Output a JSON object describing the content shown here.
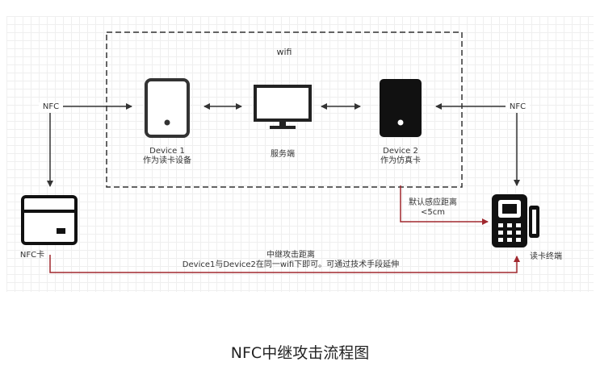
{
  "diagram": {
    "wifi_label": "wifi",
    "device1": {
      "line1": "Device 1",
      "line2": "作为读卡设备"
    },
    "server": {
      "label": "服务端"
    },
    "device2": {
      "line1": "Device 2",
      "line2": "作为仿真卡"
    },
    "nfc_left": "NFC",
    "nfc_right": "NFC",
    "nfc_card": "NFC卡",
    "default_sense": {
      "line1": "默认感应距离",
      "line2": "<5cm"
    },
    "relay": {
      "line1": "中继攻击距离",
      "line2": "Device1与Device2在同一wifi下即可。可通过技术手段延伸"
    },
    "terminal": "读卡终端"
  },
  "caption": "NFC中继攻击流程图",
  "colors": {
    "line": "#333333",
    "red_line": "#a0282f",
    "dash_box": "#333333"
  }
}
